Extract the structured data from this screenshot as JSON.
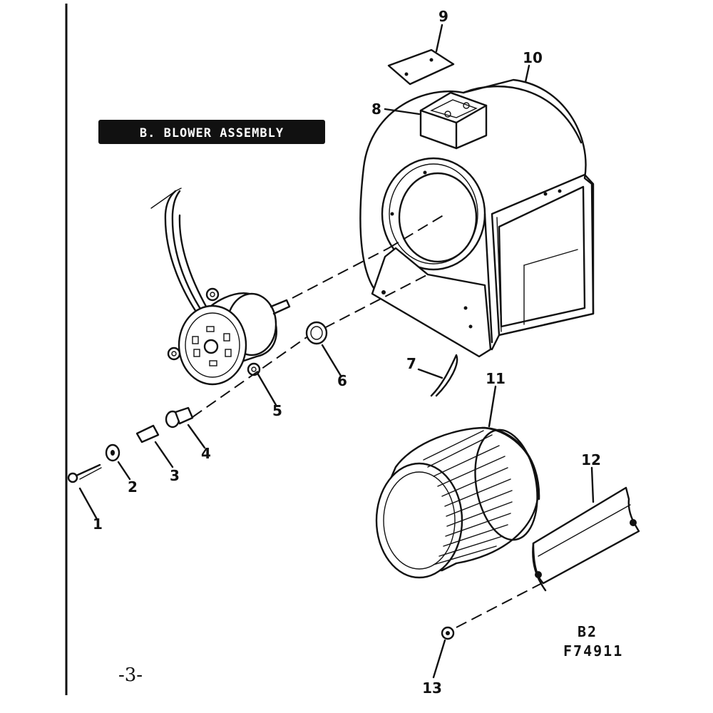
{
  "title_band": "B. BLOWER ASSEMBLY",
  "diagram_code": {
    "line1": "B2",
    "line2": "F74911"
  },
  "page_number": "-3-",
  "callouts": [
    {
      "label": "1"
    },
    {
      "label": "2"
    },
    {
      "label": "3"
    },
    {
      "label": "4"
    },
    {
      "label": "5"
    },
    {
      "label": "6"
    },
    {
      "label": "7"
    },
    {
      "label": "8"
    },
    {
      "label": "9"
    },
    {
      "label": "10"
    },
    {
      "label": "11"
    },
    {
      "label": "12"
    },
    {
      "label": "13"
    }
  ]
}
